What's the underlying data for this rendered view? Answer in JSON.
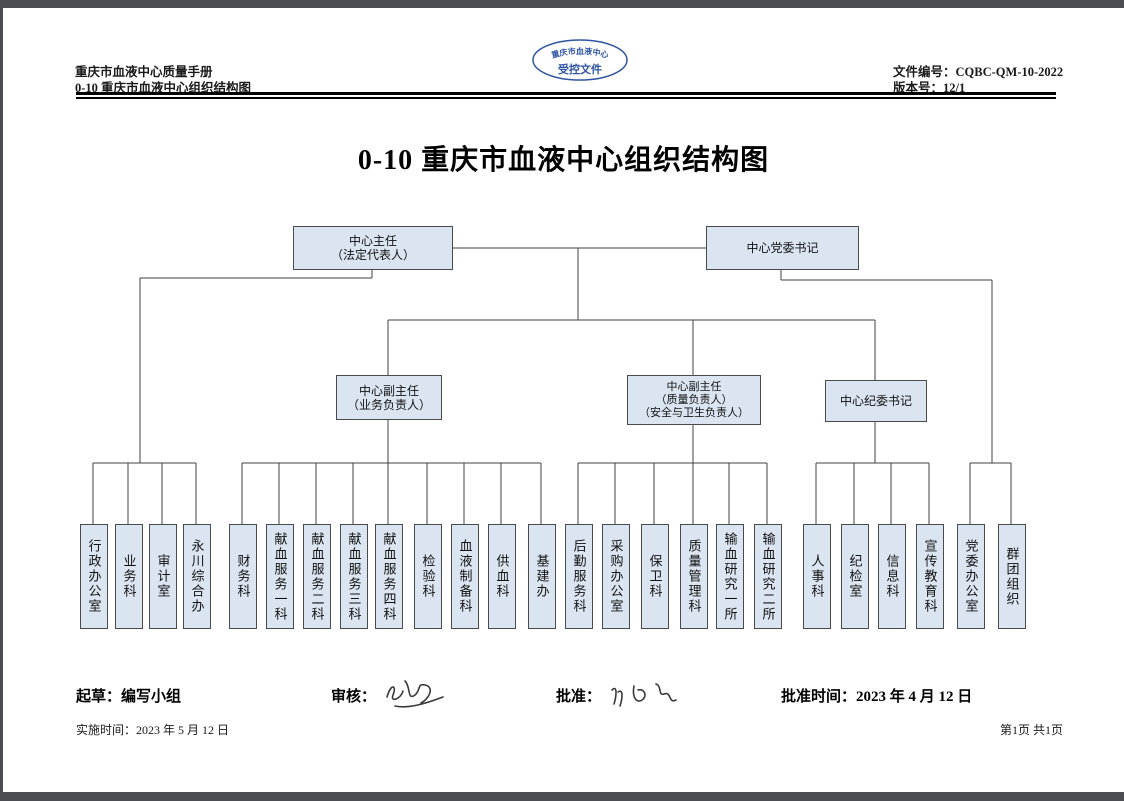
{
  "header": {
    "manual_title": "重庆市血液中心质量手册",
    "doc_title_small": "0-10 重庆市血液中心组织结构图",
    "doc_number_label": "文件编号：",
    "doc_number": "CQBC-QM-10-2022",
    "version_label": "版本号：",
    "version": "12/1",
    "stamp": {
      "org": "重庆市血液中心",
      "text": "受控文件"
    }
  },
  "title": "0-10 重庆市血液中心组织结构图",
  "org": {
    "director": {
      "line1": "中心主任",
      "line2": "（法定代表人）"
    },
    "party_secretary": {
      "line1": "中心党委书记"
    },
    "deputy_business": {
      "line1": "中心副主任",
      "line2": "（业务负责人）"
    },
    "deputy_quality": {
      "line1": "中心副主任",
      "line2": "（质量负责人）",
      "line3": "（安全与卫生负责人）"
    },
    "discipline_secretary": {
      "line1": "中心纪委书记"
    },
    "departments": [
      "行政办公室",
      "业务科",
      "审计室",
      "永川综合办",
      "财务科",
      "献血服务一科",
      "献血服务二科",
      "献血服务三科",
      "献血服务四科",
      "检验科",
      "血液制备科",
      "供血科",
      "基建办",
      "后勤服务科",
      "采购办公室",
      "保卫科",
      "质量管理科",
      "输血研究一所",
      "输血研究二所",
      "人事科",
      "纪检室",
      "信息科",
      "宣传教育科",
      "党委办公室",
      "群团组织"
    ]
  },
  "footer": {
    "draft_label": "起草：",
    "draft_value": "编写小组",
    "review_label": "审核：",
    "approve_label": "批准：",
    "approve_time_label": "批准时间：",
    "approve_time": "2023 年 4 月 12 日",
    "implement_label": "实施时间：",
    "implement_time": "2023 年 5 月 12 日",
    "page_info": "第1页  共1页"
  },
  "colors": {
    "box_fill": "#dbe5f1",
    "stamp_blue": "#2f55a4",
    "line": "#404040",
    "frame": "#4a4d52"
  }
}
